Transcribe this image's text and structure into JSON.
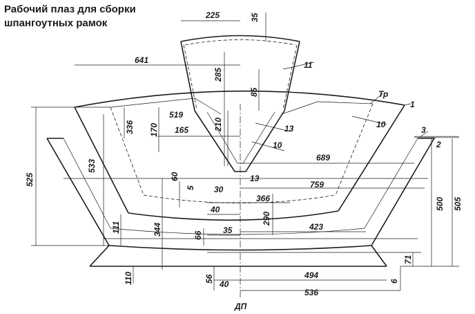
{
  "title": {
    "line1": "Рабочий плаз для сборки",
    "line2": "шпангоутных рамок"
  },
  "dimensions": {
    "d225": "225",
    "d35_top": "35",
    "d641": "641",
    "d11": "11",
    "d285": "285",
    "d85": "85",
    "d519": "519",
    "d336": "336",
    "d170": "170",
    "d165": "165",
    "d210": "210",
    "d13_a": "13",
    "d10_a": "10",
    "d10_b": "10",
    "d525": "525",
    "d533": "533",
    "d689": "689",
    "d60": "60",
    "d5": "5",
    "d13_b": "13",
    "d30": "30",
    "d759": "759",
    "d366": "366",
    "d40_a": "40",
    "d290": "290",
    "d111": "111",
    "d344": "344",
    "d66": "66",
    "d423": "423",
    "d35_b": "35",
    "d500": "500",
    "d505": "505",
    "d71": "71",
    "d110": "110",
    "d56": "56",
    "d40_b": "40",
    "d494": "494",
    "d536": "536",
    "d6": "6"
  },
  "labels": {
    "tp": "Тр",
    "n1": "1",
    "n2": "2",
    "n3": "3",
    "dp": "ДП"
  }
}
